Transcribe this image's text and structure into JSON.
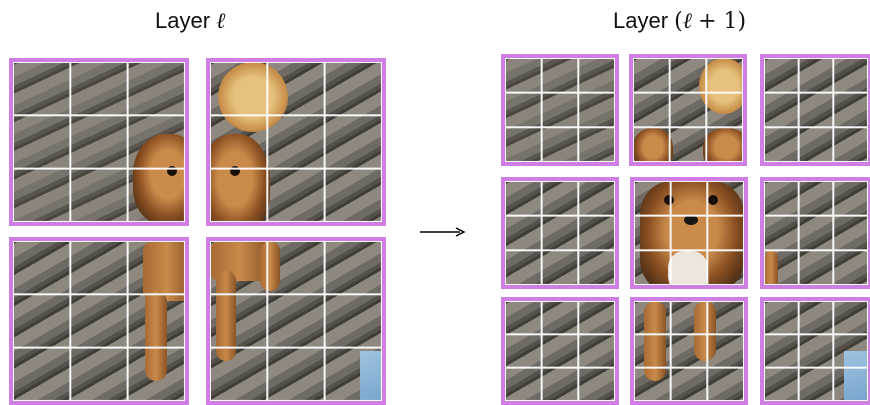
{
  "titles": {
    "left": {
      "word": "Layer",
      "symbol": "ℓ"
    },
    "right": {
      "word": "Layer",
      "open": "(",
      "symbol": "ℓ",
      "plus": "+ 1",
      "close": ")"
    }
  },
  "colors": {
    "patch_border": "#cf7fe3",
    "grid_lines": "#ffffff",
    "arrow": "#000000"
  },
  "icons": {
    "arrow": "right-arrow-icon"
  },
  "layout_description": {
    "left_grid": "2x2 patches, each subdivided 3x3",
    "right_grid": "3x3 shifted patches"
  }
}
